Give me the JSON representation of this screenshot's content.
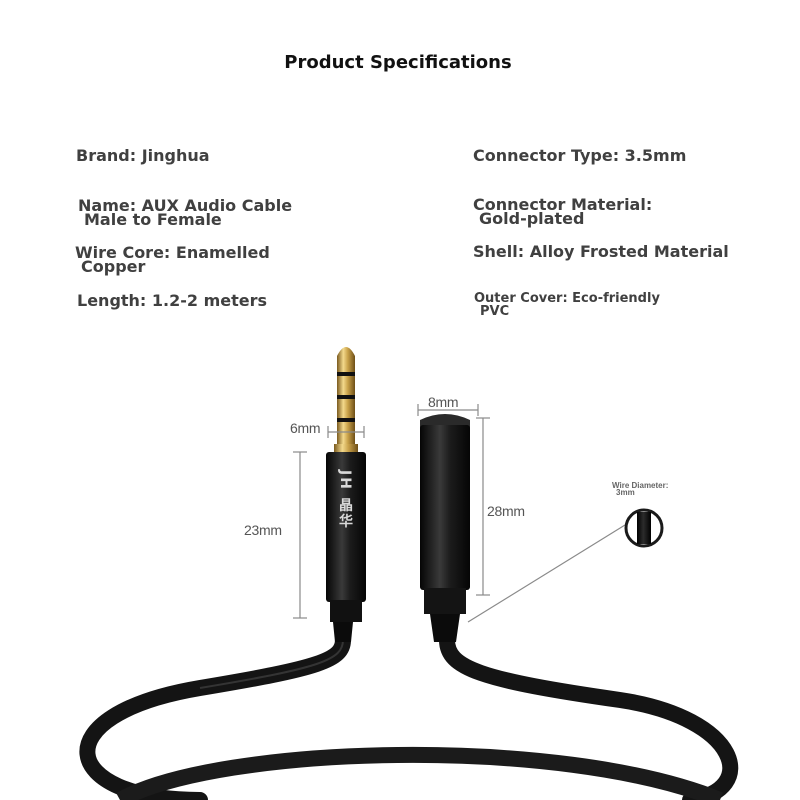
{
  "title": "Product Specifications",
  "specs": {
    "brand": "Brand: Jinghua",
    "connector_type": "Connector Type: 3.5mm",
    "name_line1": "Name: AUX Audio Cable",
    "name_line2": "Male to Female",
    "connector_material_line1": "Connector Material:",
    "connector_material_line2": "Gold-plated",
    "wire_core_line1": "Wire Core: Enamelled",
    "wire_core_line2": "Copper",
    "shell": "Shell: Alloy Frosted Material",
    "length": "Length: 1.2-2 meters",
    "outer_cover_line1": "Outer Cover: Eco-friendly",
    "outer_cover_line2": "PVC"
  },
  "dimensions": {
    "tip_width": "6mm",
    "plug_length": "23mm",
    "socket_width": "8mm",
    "socket_length": "28mm",
    "wire_diameter_line1": "Wire Diameter:",
    "wire_diameter_line2": "3mm"
  },
  "plug_marking": "JH 晶华",
  "colors": {
    "cable": "#141414",
    "gold": "#c9a24a",
    "dimension_line": "#8a8a8a"
  }
}
